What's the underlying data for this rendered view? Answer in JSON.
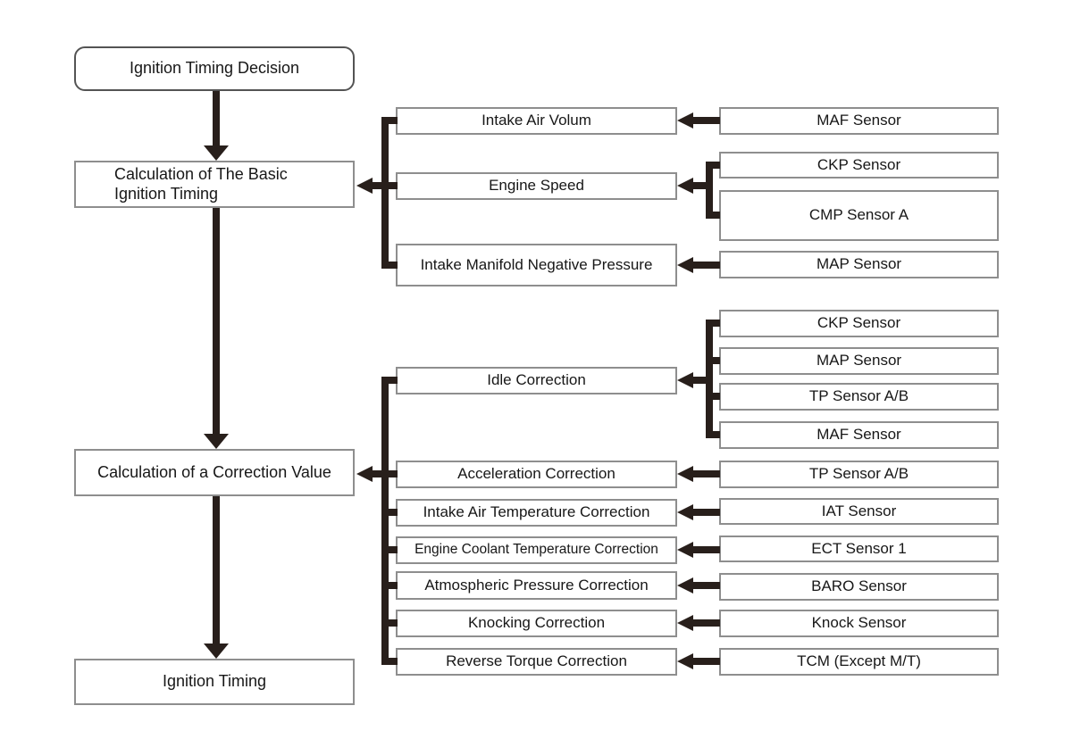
{
  "colors": {
    "line": "#281f1b",
    "box_border": "#8e8e8e",
    "rounded_border": "#545454",
    "text": "#171717",
    "bg": "#ffffff"
  },
  "nodes": {
    "decision": {
      "label": "Ignition Timing Decision"
    },
    "calc_basic": {
      "label": "Calculation of The Basic Ignition Timing"
    },
    "calc_correction": {
      "label": "Calculation of a Correction Value"
    },
    "ignition_timing": {
      "label": "Ignition Timing"
    },
    "intake_air_volum": {
      "label": "Intake Air Volum"
    },
    "engine_speed": {
      "label": "Engine Speed"
    },
    "intake_manifold": {
      "label": "Intake Manifold Negative Pressure"
    },
    "idle_correction": {
      "label": "Idle Correction"
    },
    "acceleration_correction": {
      "label": "Acceleration Correction"
    },
    "iat_correction": {
      "label": "Intake Air Temperature Correction"
    },
    "ect_correction": {
      "label": "Engine Coolant Temperature Correction"
    },
    "baro_correction": {
      "label": "Atmospheric Pressure Correction"
    },
    "knock_correction": {
      "label": "Knocking Correction"
    },
    "reverse_torque_correction": {
      "label": "Reverse Torque Correction"
    },
    "maf_1": {
      "label": "MAF Sensor"
    },
    "ckp_1": {
      "label": "CKP Sensor"
    },
    "cmp_a": {
      "label": "CMP Sensor A"
    },
    "map_1": {
      "label": "MAP Sensor"
    },
    "ckp_2": {
      "label": "CKP Sensor"
    },
    "map_2": {
      "label": "MAP Sensor"
    },
    "tp_1": {
      "label": "TP Sensor A/B"
    },
    "maf_2": {
      "label": "MAF Sensor"
    },
    "tp_2": {
      "label": "TP Sensor A/B"
    },
    "iat": {
      "label": "IAT Sensor"
    },
    "ect": {
      "label": "ECT Sensor 1"
    },
    "baro": {
      "label": "BARO Sensor"
    },
    "knock": {
      "label": "Knock Sensor"
    },
    "tcm": {
      "label": "TCM (Except M/T)"
    }
  },
  "edges": [
    {
      "from": "Ignition Timing Decision",
      "to": "Calculation of The Basic Ignition Timing"
    },
    {
      "from": "Calculation of The Basic Ignition Timing",
      "to": "Calculation of a Correction Value"
    },
    {
      "from": "Calculation of a Correction Value",
      "to": "Ignition Timing"
    },
    {
      "from": "Intake Air Volum",
      "to": "Calculation of The Basic Ignition Timing"
    },
    {
      "from": "Engine Speed",
      "to": "Calculation of The Basic Ignition Timing"
    },
    {
      "from": "Intake Manifold Negative Pressure",
      "to": "Calculation of The Basic Ignition Timing"
    },
    {
      "from": "MAF Sensor",
      "to": "Intake Air Volum"
    },
    {
      "from": "CKP Sensor",
      "to": "Engine Speed"
    },
    {
      "from": "CMP Sensor A",
      "to": "Engine Speed"
    },
    {
      "from": "MAP Sensor",
      "to": "Intake Manifold Negative Pressure"
    },
    {
      "from": "Idle Correction",
      "to": "Calculation of a Correction Value"
    },
    {
      "from": "Acceleration Correction",
      "to": "Calculation of a Correction Value"
    },
    {
      "from": "Intake Air Temperature Correction",
      "to": "Calculation of a Correction Value"
    },
    {
      "from": "Engine Coolant Temperature Correction",
      "to": "Calculation of a Correction Value"
    },
    {
      "from": "Atmospheric Pressure Correction",
      "to": "Calculation of a Correction Value"
    },
    {
      "from": "Knocking Correction",
      "to": "Calculation of a Correction Value"
    },
    {
      "from": "Reverse Torque Correction",
      "to": "Calculation of a Correction Value"
    },
    {
      "from": "CKP Sensor",
      "to": "Idle Correction"
    },
    {
      "from": "MAP Sensor",
      "to": "Idle Correction"
    },
    {
      "from": "TP Sensor A/B",
      "to": "Idle Correction"
    },
    {
      "from": "MAF Sensor",
      "to": "Idle Correction"
    },
    {
      "from": "TP Sensor A/B",
      "to": "Acceleration Correction"
    },
    {
      "from": "IAT Sensor",
      "to": "Intake Air Temperature Correction"
    },
    {
      "from": "ECT Sensor 1",
      "to": "Engine Coolant Temperature Correction"
    },
    {
      "from": "BARO Sensor",
      "to": "Atmospheric Pressure Correction"
    },
    {
      "from": "Knock Sensor",
      "to": "Knocking Correction"
    },
    {
      "from": "TCM (Except M/T)",
      "to": "Reverse Torque Correction"
    }
  ]
}
